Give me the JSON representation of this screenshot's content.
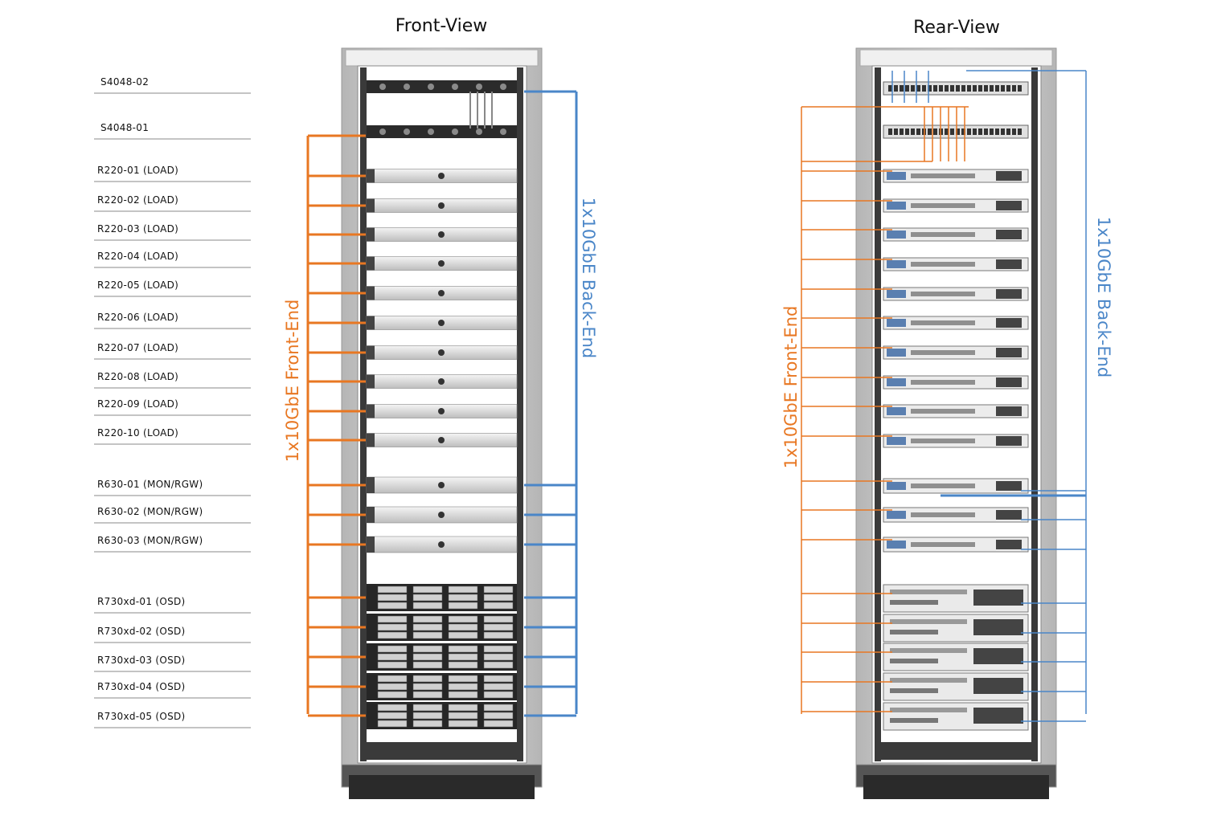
{
  "front_view": {
    "title": "Front-View",
    "front_end_label": "1x10GbE Front-End",
    "back_end_label": "1x10GbE Back-End"
  },
  "rear_view": {
    "title": "Rear-View",
    "front_end_label": "1x10GbE Front-End",
    "back_end_label": "1x10GbE Back-End"
  },
  "devices": [
    {
      "label": "S4048-02",
      "kind": "switch"
    },
    {
      "label": "S4048-01",
      "kind": "switch"
    },
    {
      "label": "R220-01 (LOAD)",
      "kind": "r220"
    },
    {
      "label": "R220-02 (LOAD)",
      "kind": "r220"
    },
    {
      "label": "R220-03 (LOAD)",
      "kind": "r220"
    },
    {
      "label": "R220-04 (LOAD)",
      "kind": "r220"
    },
    {
      "label": "R220-05 (LOAD)",
      "kind": "r220"
    },
    {
      "label": "R220-06 (LOAD)",
      "kind": "r220"
    },
    {
      "label": "R220-07 (LOAD)",
      "kind": "r220"
    },
    {
      "label": "R220-08 (LOAD)",
      "kind": "r220"
    },
    {
      "label": "R220-09 (LOAD)",
      "kind": "r220"
    },
    {
      "label": "R220-10 (LOAD)",
      "kind": "r220"
    },
    {
      "label": "R630-01 (MON/RGW)",
      "kind": "r630"
    },
    {
      "label": "R630-02 (MON/RGW)",
      "kind": "r630"
    },
    {
      "label": "R630-03 (MON/RGW)",
      "kind": "r630"
    },
    {
      "label": "R730xd-01 (OSD)",
      "kind": "r730"
    },
    {
      "label": "R730xd-02 (OSD)",
      "kind": "r730"
    },
    {
      "label": "R730xd-03 (OSD)",
      "kind": "r730"
    },
    {
      "label": "R730xd-04 (OSD)",
      "kind": "r730"
    },
    {
      "label": "R730xd-05 (OSD)",
      "kind": "r730"
    }
  ],
  "colors": {
    "front_end": "#e87722",
    "back_end": "#4a86c8",
    "rack_frame": "#c8c8c8",
    "rack_interior": "#3a3a3a",
    "label_underline": "#888888"
  }
}
